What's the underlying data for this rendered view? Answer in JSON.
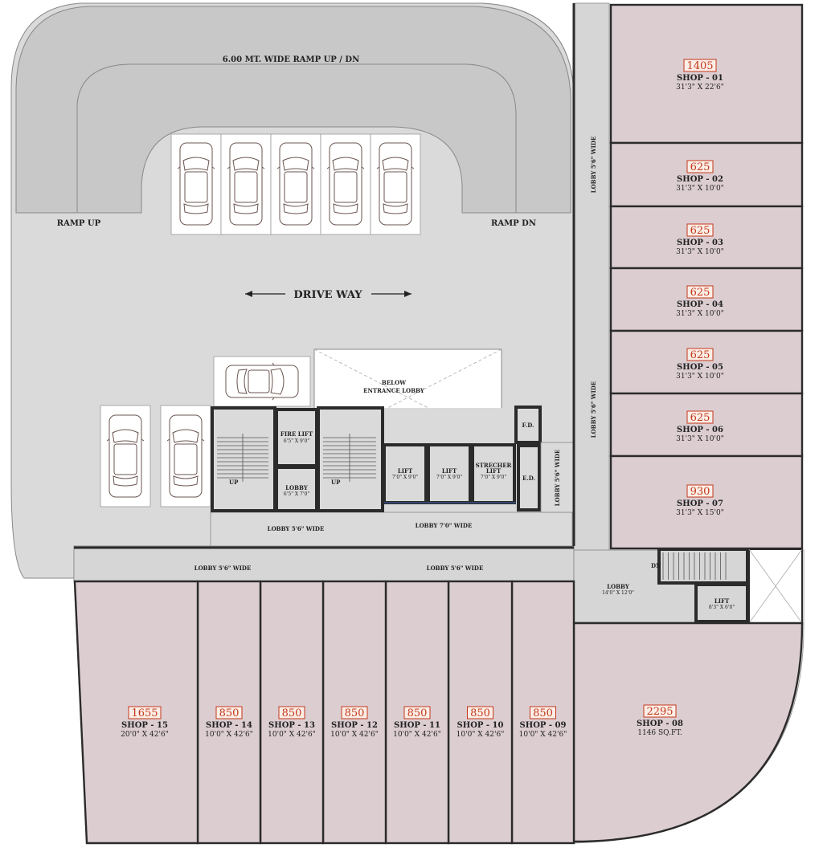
{
  "labels": {
    "ramp_title": "6.00 MT. WIDE RAMP UP / DN",
    "ramp_up": "RAMP UP",
    "ramp_dn": "RAMP DN",
    "drive_way": "DRIVE WAY",
    "below_lobby_1": "BELOW",
    "below_lobby_2": "ENTRANCE LOBBY",
    "fire_lift": "FIRE LIFT",
    "fire_lift_dim": "6'5\" X 9'0\"",
    "lobby_small": "LOBBY",
    "lobby_small_dim": "6'5\" X 7'0\"",
    "stair_up_1": "UP",
    "stair_up_2": "UP",
    "lift1": "LIFT",
    "lift1_dim": "7'0\" X 9'0\"",
    "lift2": "LIFT",
    "lift2_dim": "7'0\" X 9'0\"",
    "strecher_1": "STRECHER",
    "strecher_2": "LIFT",
    "strecher_dim": "7'0\" X 9'0\"",
    "fd": "F.D.",
    "ed": "E.D.",
    "lobby_56_vert": "LOBBY 5'6\" WIDE",
    "lobby_56_vert2": "LOBBY 5'6\" WIDE",
    "lobby_56_vert3": "LOBBY 5'6\" WIDE",
    "lobby_56_a": "LOBBY 5'6\" WIDE",
    "lobby_70": "LOBBY 7'0\" WIDE",
    "lobby_56_b": "LOBBY 5'6\" WIDE",
    "lobby_56_c": "LOBBY 5'6\" WIDE",
    "dn": "DN",
    "lobby_right": "LOBBY",
    "lobby_right_dim": "14'0\" X 12'0\"",
    "lift_right": "LIFT",
    "lift_right_dim": "8'3\" X 6'0\""
  },
  "shops": [
    {
      "id": "01",
      "name": "SHOP - 01",
      "price": "1405",
      "size": "31'3\" X 22'6\""
    },
    {
      "id": "02",
      "name": "SHOP - 02",
      "price": "625",
      "size": "31'3\" X 10'0\""
    },
    {
      "id": "03",
      "name": "SHOP - 03",
      "price": "625",
      "size": "31'3\" X 10'0\""
    },
    {
      "id": "04",
      "name": "SHOP - 04",
      "price": "625",
      "size": "31'3\" X 10'0\""
    },
    {
      "id": "05",
      "name": "SHOP - 05",
      "price": "625",
      "size": "31'3\" X 10'0\""
    },
    {
      "id": "06",
      "name": "SHOP - 06",
      "price": "625",
      "size": "31'3\" X 10'0\""
    },
    {
      "id": "07",
      "name": "SHOP - 07",
      "price": "930",
      "size": "31'3\" X 15'0\""
    },
    {
      "id": "08",
      "name": "SHOP - 08",
      "price": "2295",
      "size": "1146 SQ.FT."
    },
    {
      "id": "09",
      "name": "SHOP - 09",
      "price": "850",
      "size": "10'0\" X 42'6\""
    },
    {
      "id": "10",
      "name": "SHOP - 10",
      "price": "850",
      "size": "10'0\" X 42'6\""
    },
    {
      "id": "11",
      "name": "SHOP - 11",
      "price": "850",
      "size": "10'0\" X 42'6\""
    },
    {
      "id": "12",
      "name": "SHOP - 12",
      "price": "850",
      "size": "10'0\" X 42'6\""
    },
    {
      "id": "13",
      "name": "SHOP - 13",
      "price": "850",
      "size": "10'0\" X 42'6\""
    },
    {
      "id": "14",
      "name": "SHOP - 14",
      "price": "850",
      "size": "10'0\" X 42'6\""
    },
    {
      "id": "15",
      "name": "SHOP - 15",
      "price": "1655",
      "size": "20'0\" X 42'6\""
    }
  ],
  "colors": {
    "shop_fill": "#dccdd1",
    "lobby_fill": "#dadada",
    "price_red": "#c4381c",
    "wall": "#2b2b2b"
  },
  "icons": {
    "car": "car-icon",
    "stair": "stair-icon",
    "arrow": "double-arrow-icon"
  }
}
